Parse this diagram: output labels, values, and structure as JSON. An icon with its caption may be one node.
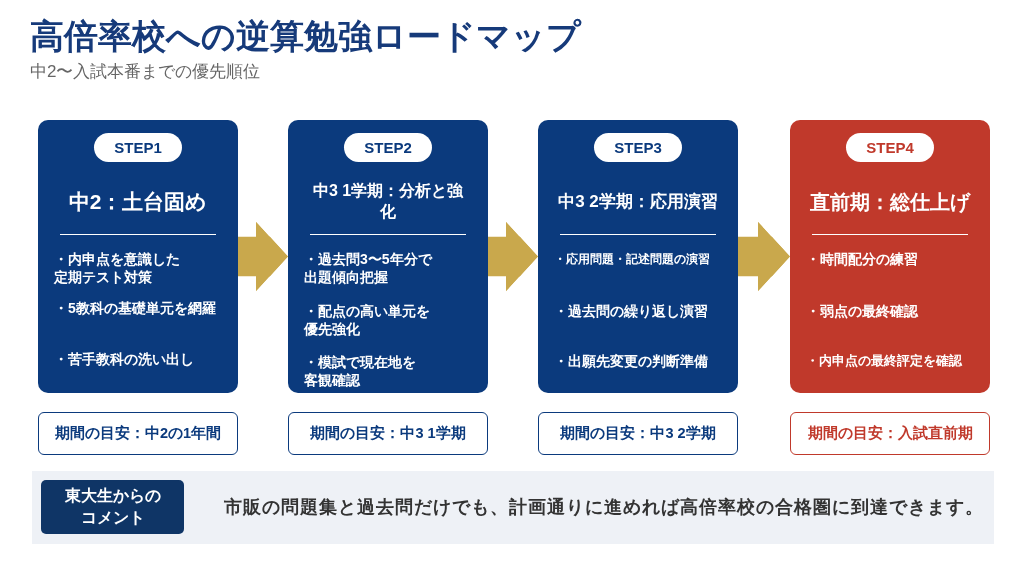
{
  "diagram": {
    "title": "高倍率校への逆算勉強ロードマップ",
    "nodes": [
      {
        "text": [
          "中2：土台固め",
          "・内申点を意識した定期テスト対策",
          "・5教科の基礎単元を網羅",
          "・苦手教科の洗い出し"
        ]
      },
      {
        "text": [
          "STEP1"
        ],
        "in": 0
      },
      {
        "text": [
          "中3 1学期：分析と強化",
          "・過去問3〜5年分で出題傾向把握",
          "・配点の高い単元を優先強化",
          "・模試で現在地を客観確認"
        ]
      },
      {
        "text": [
          "STEP2"
        ],
        "in": 2
      },
      {
        "text": [
          "中3 2学期：応用演習",
          "・応用問題・記述問題の演習",
          "・過去問の繰り返し演習",
          "・出願先変更の判断準備"
        ]
      },
      {
        "text": [
          "STEP3"
        ],
        "in": 4
      },
      {
        "text": [
          "直前期：総仕上げ",
          "・時間配分の練習",
          "・弱点の最終確認",
          "・内申点の最終評定を確認"
        ]
      },
      {
        "text": [
          "STEP4"
        ],
        "in": 6
      },
      {
        "text": [
          "期間の目安：中2の1年間"
        ]
      },
      {
        "text": [
          "期間の目安：中3 1学期"
        ]
      },
      {
        "text": [
          "期間の目安：中3 2学期"
        ]
      },
      {
        "text": [
          "期間の目安：入試直前期"
        ]
      },
      {
        "text": [
          "市販の問題集と過去問だけでも、計画通りに進めれば高倍率校の合格圏に到達できます。"
        ]
      },
      {
        "text": [
          "東大生からのコメント"
        ],
        "in": 12
      }
    ],
    "edges": [
      {
        "from": 0,
        "to": 2,
        "arrow": "to"
      },
      {
        "from": 2,
        "to": 4,
        "arrow": "to"
      },
      {
        "from": 4,
        "to": 6,
        "arrow": "to"
      }
    ],
    "labels": [
      "中2〜入試本番までの優先順位"
    ]
  }
}
